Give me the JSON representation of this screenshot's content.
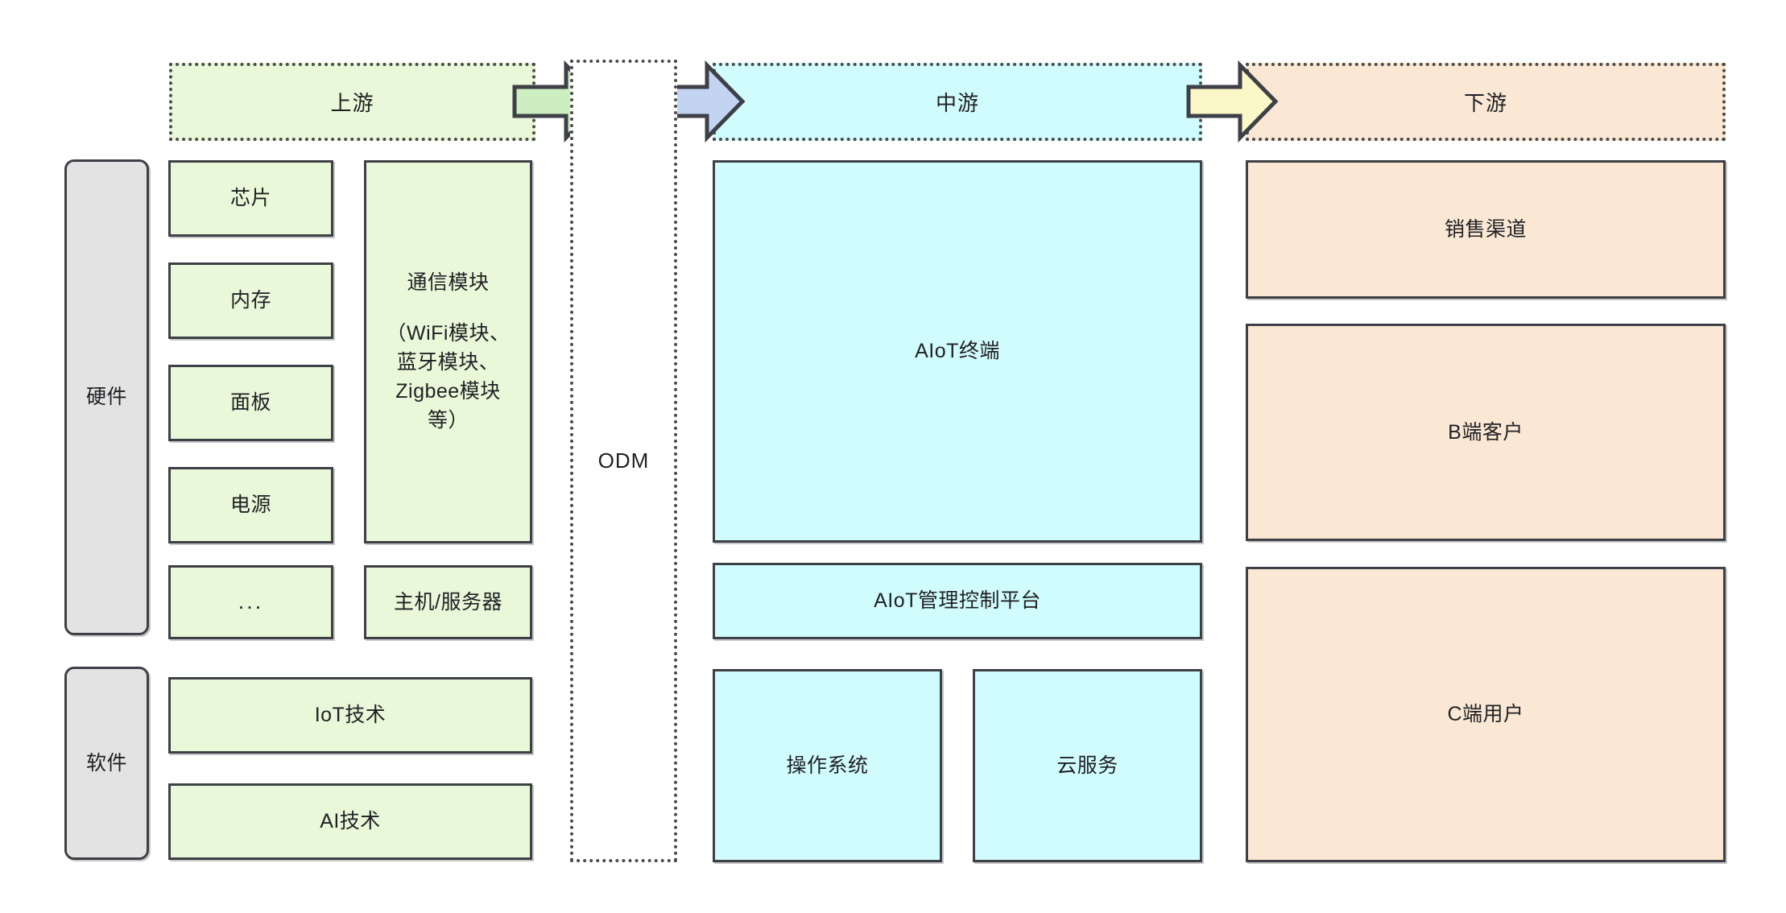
{
  "diagram": {
    "title_bands": [
      {
        "id": "upstream",
        "label": "上游"
      },
      {
        "id": "midstream",
        "label": "中游"
      },
      {
        "id": "downstream",
        "label": "下游"
      }
    ],
    "arrows": [
      {
        "id": "arrow-upstream-to-odm",
        "color": "#cdeec0"
      },
      {
        "id": "arrow-odm-to-midstream",
        "color": "#c3d4f2"
      },
      {
        "id": "arrow-midstream-to-downstream",
        "color": "#faf8c8"
      }
    ],
    "odm": {
      "label": "ODM"
    },
    "upstream": {
      "categories": [
        {
          "id": "hardware",
          "label": "硬件"
        },
        {
          "id": "software",
          "label": "软件"
        }
      ],
      "hardware_items": [
        {
          "id": "chip",
          "label": "芯片"
        },
        {
          "id": "memory",
          "label": "内存"
        },
        {
          "id": "panel",
          "label": "面板"
        },
        {
          "id": "power",
          "label": "电源"
        },
        {
          "id": "more",
          "label": "..."
        }
      ],
      "comm_module": {
        "title": "通信模块",
        "detail": "（WiFi模块、\n蓝牙模块、\nZigbee模块\n等）",
        "detail_lines": [
          "（WiFi模块、",
          "蓝牙模块、",
          "Zigbee模块",
          "等）"
        ]
      },
      "host_server": {
        "id": "host-server",
        "label": "主机/服务器"
      },
      "software_items": [
        {
          "id": "iot-tech",
          "label": "IoT技术"
        },
        {
          "id": "ai-tech",
          "label": "AI技术"
        }
      ]
    },
    "midstream": {
      "items": [
        {
          "id": "aiot-terminal",
          "label": "AIoT终端"
        },
        {
          "id": "aiot-platform",
          "label": "AIoT管理控制平台"
        },
        {
          "id": "operating-system",
          "label": "操作系统"
        },
        {
          "id": "cloud-service",
          "label": "云服务"
        }
      ]
    },
    "downstream": {
      "items": [
        {
          "id": "sales-channel",
          "label": "销售渠道"
        },
        {
          "id": "b-customers",
          "label": "B端客户"
        },
        {
          "id": "c-users",
          "label": "C端用户"
        }
      ]
    },
    "colors": {
      "green": "#e8f8d8",
      "cyan": "#d1fcfd",
      "peach": "#fae8d4",
      "gray": "#e3e3e3",
      "border": "#3d4046",
      "arrow_green": "#cdeec0",
      "arrow_blue": "#c3d4f2",
      "arrow_yellow": "#faf8c8"
    }
  }
}
